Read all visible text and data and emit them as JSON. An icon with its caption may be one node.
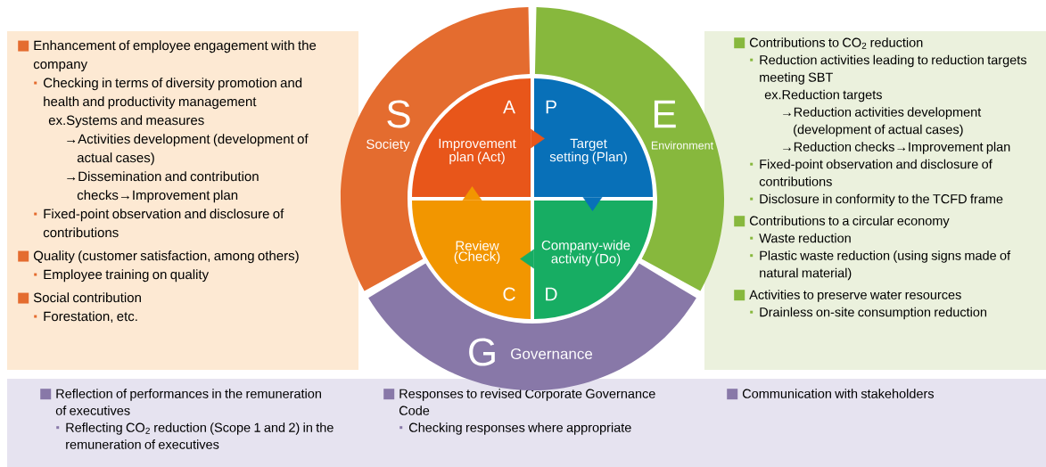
{
  "diagram": {
    "nodes": [
      {
        "text": [
          "Enhancement of employee engagement with the company",
          "Checking in terms of diversity promotion and health and productivity management",
          "ex.Systems and measures",
          "→Activities development (development of actual cases)",
          "→Dissemination and contribution checks→Improvement plan",
          "Fixed-point observation and disclosure of contributions",
          "Quality (customer satisfaction, among others)",
          "Employee training on quality",
          "Social contribution",
          "Forestation, etc."
        ]
      },
      {
        "text": [
          "Contributions to CO$_{2}$ reduction",
          "Reduction activities leading to reduction targets meeting SBT",
          "ex.Reduction targets",
          "→Reduction activities development (development of actual cases)",
          "→Reduction checks→Improvement plan",
          "Fixed-point observation and disclosure of contributions",
          "Disclosure in conformity to the TCFD frame",
          "Contributions to a circular economy",
          "Waste reduction",
          "Plastic waste reduction (using signs made of natural material)",
          "Activities to preserve water resources",
          "Drainless on-site consumption reduction"
        ]
      },
      {
        "text": [
          "Reflection of performances in the remuneration of executives",
          "Reflecting CO$_{2}$ reduction (Scope 1 and 2) in the remuneration of executives",
          "Responses to revised Corporate Governance Code",
          "Checking responses where appropriate",
          "Communication with stakeholders"
        ]
      },
      {
        "text": [
          "S",
          "Society"
        ]
      },
      {
        "text": [
          "E",
          "Environment"
        ]
      },
      {
        "text": [
          "G",
          "Governance"
        ]
      },
      {
        "text": [
          "A",
          "Improvement plan (Act)"
        ]
      },
      {
        "text": [
          "P",
          "Target setting (Plan)"
        ]
      },
      {
        "text": [
          "Review (Check)",
          "C"
        ]
      },
      {
        "text": [
          "Company-wide activity (Do)",
          "D"
        ]
      }
    ],
    "edges": [
      {
        "from": 6,
        "to": 7,
        "arrow": "to",
        "color": "#e8561a"
      },
      {
        "from": 7,
        "to": 9,
        "arrow": "to",
        "color": "#0870b8"
      },
      {
        "from": 9,
        "to": 8,
        "arrow": "to",
        "color": "#17ad63"
      },
      {
        "from": 8,
        "to": 6,
        "arrow": "to",
        "color": "#f29600"
      }
    ]
  }
}
